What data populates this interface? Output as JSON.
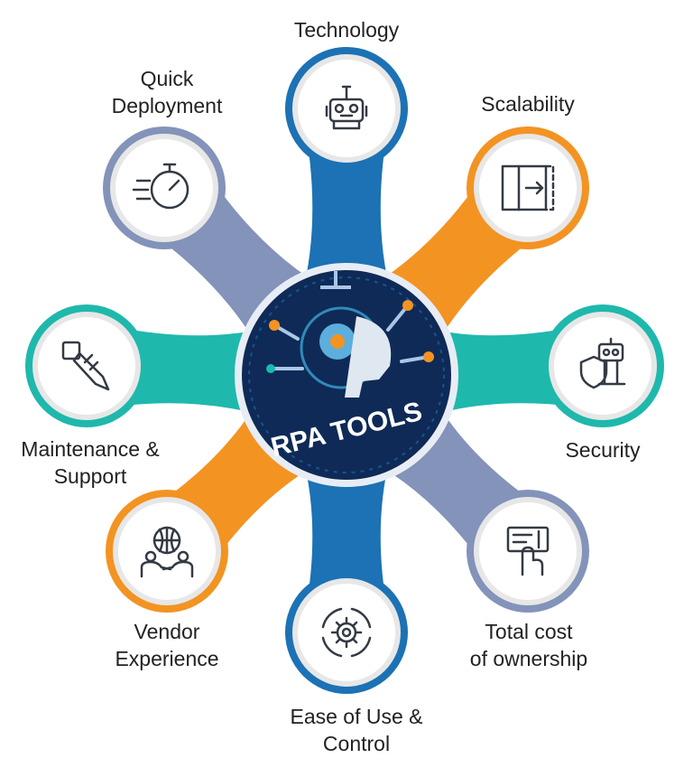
{
  "center": {
    "title": "RPA TOOLS"
  },
  "colors": {
    "blue": "#1c72b4",
    "orange": "#f39322",
    "slate": "#8393b9",
    "teal": "#1fb8ac",
    "dark": "#112550",
    "ring_gray": "#e7e7e7"
  },
  "nodes": [
    {
      "key": "technology",
      "label": "Technology",
      "icon": "robot-icon",
      "color": "blue"
    },
    {
      "key": "scalability",
      "label": "Scalability",
      "icon": "scale-out-icon",
      "color": "orange"
    },
    {
      "key": "security",
      "label": "Security",
      "icon": "robot-shield-icon",
      "color": "teal"
    },
    {
      "key": "tco",
      "label": "Total cost\nof ownership",
      "icon": "touch-screen-cost-icon",
      "color": "slate"
    },
    {
      "key": "ease",
      "label": "Ease of Use &\nControl",
      "icon": "gear-control-icon",
      "color": "blue"
    },
    {
      "key": "vendor",
      "label": "Vendor\nExperience",
      "icon": "handshake-globe-icon",
      "color": "orange"
    },
    {
      "key": "maintenance",
      "label": "Maintenance &\nSupport",
      "icon": "wrench-icon",
      "color": "teal"
    },
    {
      "key": "deployment",
      "label": "Quick\nDeployment",
      "icon": "stopwatch-speed-icon",
      "color": "slate"
    }
  ]
}
